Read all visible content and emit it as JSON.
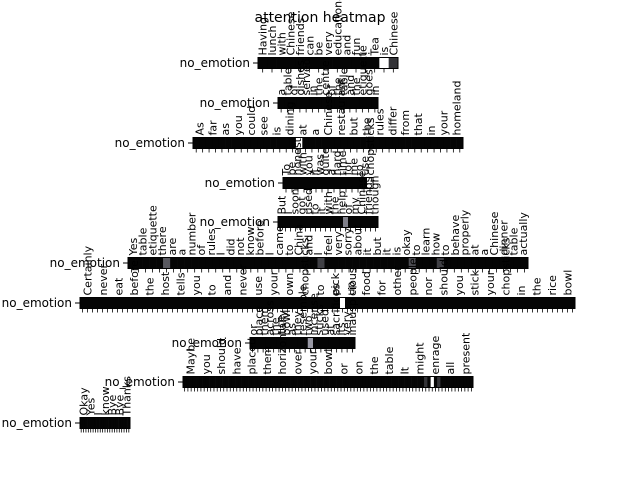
{
  "chart_data": {
    "type": "heatmap",
    "title": "attention heatmap",
    "colormap": [
      "#000000",
      "#ffffff"
    ],
    "rows": [
      {
        "label": "no_emotion",
        "tokens": [
          "Having",
          "lunch",
          "with",
          "Chinese",
          "friends",
          "can",
          "be",
          "very",
          "educational",
          "and",
          "fun",
          "!",
          "Tea",
          "is",
          "Chinese"
        ],
        "values": [
          0.02,
          0.02,
          0.02,
          0.02,
          0.02,
          0.02,
          0.02,
          0.02,
          0.02,
          0.02,
          0.02,
          0.02,
          0.02,
          1.0,
          0.2
        ]
      },
      {
        "label": "no_emotion",
        "tokens": [
          "a",
          "table",
          "of",
          "dishes",
          "served",
          "in",
          "the",
          "centre",
          "of",
          "the",
          "table",
          "and",
          "the",
          "etiquette",
          "goes",
          "in"
        ],
        "values": [
          0.02,
          0.02,
          0.02,
          0.02,
          0.02,
          0.02,
          0.02,
          0.02,
          0.02,
          0.02,
          0.02,
          0.02,
          0.02,
          0.02,
          0.02,
          0.02
        ]
      },
      {
        "label": "no_emotion",
        "tokens": [
          "As",
          "far",
          "as",
          "you",
          "could",
          "see",
          "is",
          "dining",
          "at",
          "a",
          "Chinese",
          "restaurant",
          "but",
          "the",
          "rules",
          "differ",
          "from",
          "that",
          "in",
          "your",
          "homeland"
        ],
        "values": [
          0.02,
          0.02,
          0.02,
          0.02,
          0.02,
          0.02,
          0.02,
          0.02,
          0.02,
          0.02,
          0.02,
          0.02,
          0.02,
          0.02,
          0.02,
          0.02,
          1.0,
          0.02,
          0.02,
          0.02,
          0.02,
          0.02,
          0.02,
          0.02,
          0.02,
          0.02,
          0.02,
          0.02,
          0.02,
          0.02,
          0.02,
          0.02,
          0.02,
          0.02,
          0.02,
          0.02,
          0.02,
          0.02,
          0.02,
          0.02,
          0.02,
          0.02
        ]
      },
      {
        "label": "no_emotion",
        "tokens": [
          "To",
          "be",
          "honest",
          "with",
          "you",
          "it",
          "was",
          "quite",
          "a",
          "hard",
          "time",
          "for",
          "me",
          "to",
          "use",
          "chopsticks"
        ],
        "values": [
          0.02,
          0.02,
          0.02,
          0.02,
          0.02,
          0.02,
          0.02,
          0.02,
          0.02,
          0.02,
          0.02,
          0.02,
          0.02,
          0.02,
          1.0
        ]
      },
      {
        "label": "no_emotion",
        "tokens": [
          "But",
          "I",
          "soon",
          "got",
          "used",
          "to",
          "it",
          "with",
          "the",
          "help",
          "of",
          "my",
          "Chinese",
          "friends",
          "though"
        ],
        "values": [
          0.02,
          0.02,
          0.02,
          0.02,
          0.02,
          0.02,
          0.02,
          0.02,
          0.02,
          0.02,
          0.02,
          0.02,
          0.02,
          0.5,
          0.02,
          0.02,
          0.02,
          0.02,
          0.02,
          0.02
        ]
      },
      {
        "label": "no_emotion",
        "tokens": [
          "Yes",
          "table",
          "etiquette",
          "there",
          "are",
          "a",
          "number",
          "of",
          "rules",
          "I",
          "did",
          "not",
          "know",
          "before",
          "I",
          "came",
          "to",
          "China",
          "and",
          "I",
          "feel",
          "very",
          "sorry",
          "about",
          "it",
          "but",
          "it",
          "is",
          "okay",
          "to",
          "learn",
          "how",
          "to",
          "behave",
          "properly",
          "at",
          "a",
          "Chinese",
          "dinner",
          "table",
          "actually"
        ],
        "values": [
          0.02,
          0.02,
          0.02,
          0.02,
          0.02,
          0.35,
          0.02,
          0.02,
          0.02,
          0.02,
          0.02,
          0.02,
          0.02,
          0.02,
          0.02,
          0.02,
          0.02,
          0.02,
          0.02,
          0.02,
          0.02,
          0.02,
          0.02,
          0.02,
          0.02,
          0.02,
          0.02,
          0.25,
          0.02,
          0.02,
          0.02,
          0.02,
          0.02,
          0.02,
          0.02,
          0.02,
          0.02,
          0.02,
          0.02,
          0.02,
          0.3,
          0.02,
          0.02,
          0.02,
          0.25,
          0.02,
          0.02,
          0.02,
          0.02,
          0.02,
          0.02,
          0.02,
          0.02,
          0.02,
          0.02,
          0.02,
          0.02
        ]
      },
      {
        "label": "no_emotion",
        "tokens": [
          "Certainly",
          "never",
          "eat",
          "before",
          "the",
          "host",
          "tells",
          "you",
          "to",
          "and",
          "never",
          "use",
          "your",
          "own",
          "chopsticks",
          "to",
          "pick",
          "up",
          "food",
          "for",
          "other",
          "people",
          "nor",
          "should",
          "you",
          "stick",
          "your",
          "chopsticks",
          "in",
          "the",
          "rice",
          "bowl"
        ],
        "values": [
          0.02,
          0.02,
          0.02,
          0.02,
          0.02,
          0.02,
          0.02,
          0.02,
          0.02,
          0.02,
          0.02,
          0.02,
          0.02,
          0.02,
          0.02,
          0.02,
          0.02,
          0.02,
          0.02,
          0.02,
          0.02,
          0.02,
          0.02,
          0.02,
          0.02,
          0.02,
          0.02,
          0.02,
          0.02,
          0.02,
          0.02,
          0.02,
          0.02,
          0.02,
          0.02,
          0.02,
          0.02,
          0.02,
          0.02,
          0.02,
          0.02,
          0.02,
          0.02,
          0.02,
          0.02,
          0.02,
          0.02,
          0.02,
          0.02,
          0.02,
          0.02,
          0.02,
          1.0,
          0.02,
          0.02,
          0.02,
          0.02,
          0.02,
          0.02,
          0.02,
          0.02,
          0.02,
          0.02,
          0.02,
          0.02,
          0.02,
          0.02,
          0.02,
          0.02,
          0.02,
          0.02,
          0.02,
          0.02,
          0.02,
          0.02,
          0.02,
          0.02,
          0.02,
          0.02,
          0.02,
          0.02,
          0.02,
          0.02,
          0.02,
          0.02,
          0.02,
          0.02,
          0.02,
          0.02,
          0.02,
          0.02,
          0.02,
          0.02,
          0.02,
          0.02,
          0.02,
          0.02,
          0.02,
          0.02
        ]
      },
      {
        "label": "no_emotion",
        "tokens": [
          "or",
          "place",
          "them",
          "across",
          "the",
          "rice",
          "bowl",
          "as",
          "they",
          "resemble",
          "two",
          "incense",
          "sticks",
          "used",
          "at",
          "sacrifices",
          "its",
          "very",
          "inauspicious"
        ],
        "values": [
          0.02,
          0.02,
          0.02,
          0.02,
          0.02,
          0.02,
          0.02,
          0.02,
          0.02,
          0.02,
          0.02,
          0.6,
          0.02,
          0.02,
          0.02,
          0.02,
          0.02,
          0.02,
          0.02,
          0.02
        ]
      },
      {
        "label": "no_emotion",
        "tokens": [
          "Maybe",
          "you",
          "should",
          "have",
          "placed",
          "them",
          "horizontally",
          "over",
          "your",
          "bowl",
          "or",
          "on",
          "the",
          "table",
          "It",
          "might",
          "enrage",
          "all",
          "present"
        ],
        "values": [
          0.02,
          0.02,
          0.02,
          0.02,
          0.02,
          0.02,
          0.02,
          0.02,
          0.02,
          0.02,
          0.02,
          0.02,
          0.02,
          0.02,
          0.02,
          0.02,
          0.02,
          0.02,
          0.02,
          0.02,
          0.02,
          0.02,
          0.02,
          0.02,
          0.02,
          0.02,
          0.02,
          0.02,
          0.02,
          0.02,
          0.02,
          0.02,
          0.02,
          0.02,
          0.02,
          0.02,
          0.02,
          0.02,
          0.02,
          0.02,
          0.02,
          0.02,
          0.02,
          0.02,
          0.02,
          0.02,
          0.02,
          0.02,
          0.02,
          0.02,
          0.02,
          0.02,
          0.02,
          0.02,
          0.02,
          0.02,
          0.02,
          0.02,
          0.02,
          0.02,
          0.02,
          0.02,
          0.02,
          0.02,
          0.02,
          0.02,
          0.02,
          0.02,
          0.02,
          0.02,
          0.02,
          0.02,
          0.02,
          0.02,
          0.2,
          0.02,
          1.0,
          0.02,
          0.2,
          0.02,
          0.02,
          0.02,
          0.02,
          0.02,
          0.02,
          0.02,
          0.02,
          0.02,
          0.02
        ]
      },
      {
        "label": "no_emotion",
        "tokens": [
          "Okay",
          "Yes",
          "I",
          "know",
          "Bye",
          "Bye",
          "Thanks"
        ],
        "values": []
      }
    ]
  }
}
